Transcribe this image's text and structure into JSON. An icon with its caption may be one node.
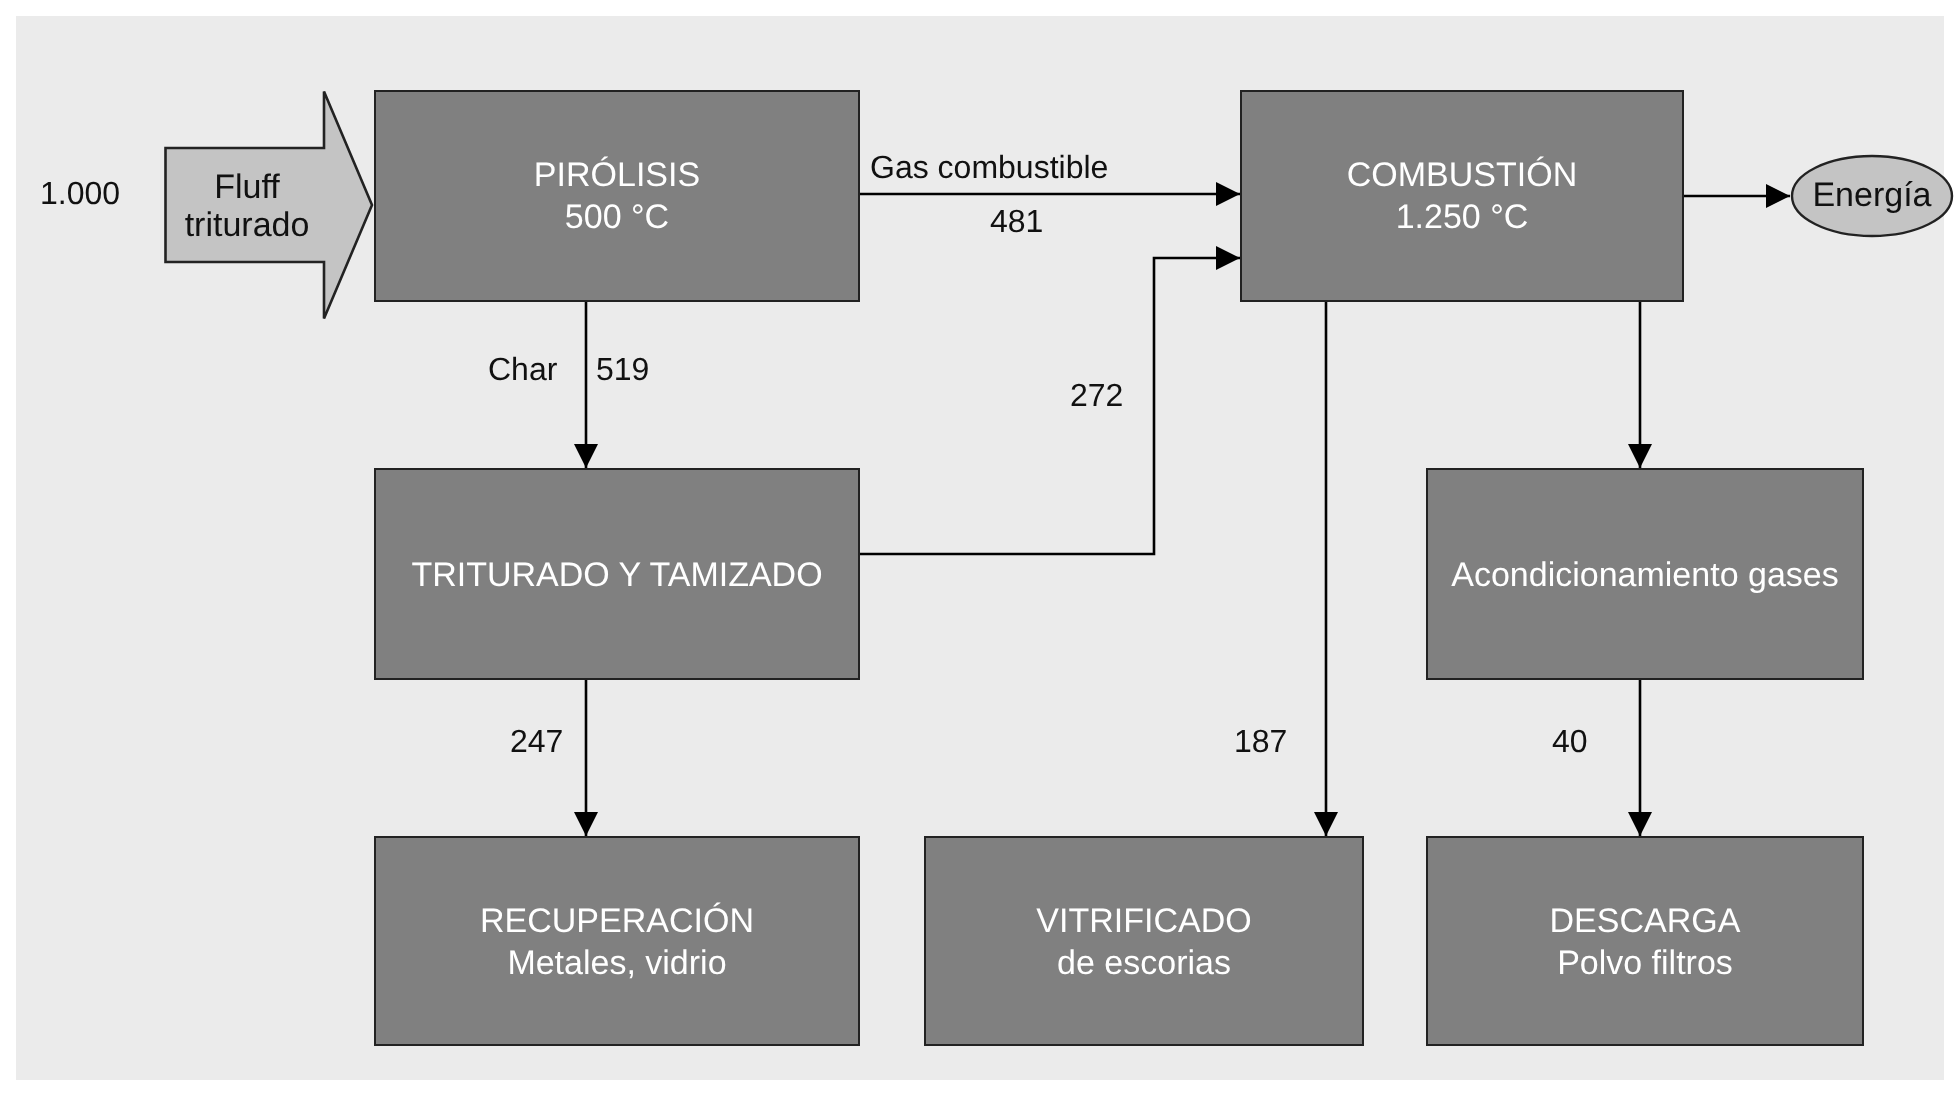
{
  "diagram": {
    "nodes": [
      {
        "text": [
          "Fluff triturado"
        ],
        "beside": [
          "1.000"
        ]
      },
      {
        "text": [
          "PIRÓLISIS",
          "500 °C"
        ]
      },
      {
        "text": [
          "COMBUSTIÓN",
          "1.250 °C"
        ]
      },
      {
        "text": [
          "Energía"
        ]
      },
      {
        "text": [
          "TRITURADO Y TAMIZADO"
        ]
      },
      {
        "text": [
          "Acondicionamiento gases"
        ]
      },
      {
        "text": [
          "RECUPERACIÓN",
          "Metales, vidrio"
        ]
      },
      {
        "text": [
          "VITRIFICADO",
          "de escorias"
        ]
      },
      {
        "text": [
          "DESCARGA",
          "Polvo filtros"
        ]
      }
    ],
    "edges": [
      {
        "from": 1,
        "to": 2,
        "arrow": "to",
        "label": "Gas combustible"
      },
      {
        "from": 1,
        "to": 4,
        "arrow": "to",
        "label": "Char"
      },
      {
        "from": 4,
        "to": 2,
        "arrow": "to",
        "label": "272"
      },
      {
        "from": 2,
        "to": 3,
        "arrow": "to"
      },
      {
        "from": 2,
        "to": 7,
        "arrow": "to",
        "label": "187"
      },
      {
        "from": 2,
        "to": 5,
        "arrow": "to"
      },
      {
        "from": 4,
        "to": 6,
        "arrow": "to",
        "label": "247"
      },
      {
        "from": 5,
        "to": 8,
        "arrow": "to",
        "label": "40"
      }
    ],
    "labels": [
      "481",
      "519"
    ]
  }
}
